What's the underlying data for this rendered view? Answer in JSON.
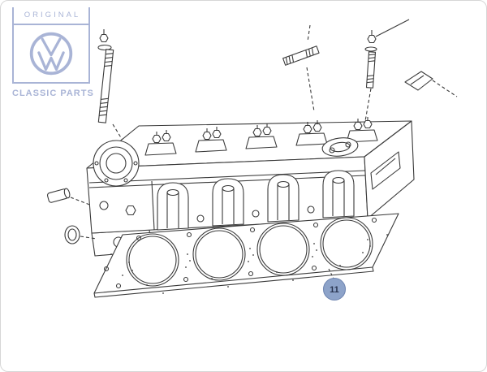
{
  "brand": {
    "original_label": "ORIGINAL",
    "classic_parts_label": "CLASSIC PARTS",
    "logo_icon": "vw-roundel"
  },
  "callout": {
    "label": "11"
  },
  "colors": {
    "watermark": "#a9b4d6",
    "line": "#3a3a3a",
    "callout_fill": "#8da3c9",
    "callout_stroke": "#7288b3",
    "callout_text": "#2a3550"
  }
}
